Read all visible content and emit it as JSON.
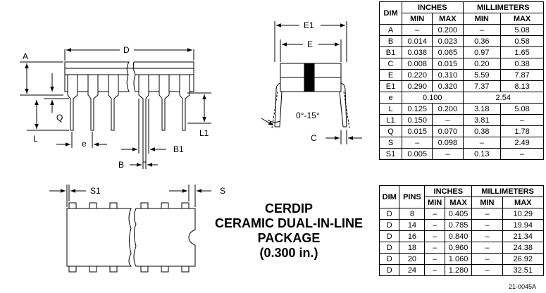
{
  "diagram": {
    "labels": {
      "A": "A",
      "D": "D",
      "L": "L",
      "Q": "Q",
      "e": "e",
      "B": "B",
      "B1": "B1",
      "L1": "L1",
      "E1": "E1",
      "E": "E",
      "angle": "0°-15°",
      "C": "C",
      "S1": "S1",
      "S": "S"
    },
    "title_lines": [
      "CERDIP",
      "CERAMIC DUAL-IN-LINE",
      "PACKAGE",
      "(0.300 in.)"
    ],
    "doc_number": "21-0045A"
  },
  "table1": {
    "dim_header": "DIM",
    "inches_header": "INCHES",
    "mm_header": "MILLIMETERS",
    "min": "MIN",
    "max": "MAX",
    "rows": [
      [
        "A",
        "–",
        "0.200",
        "–",
        "5.08"
      ],
      [
        "B",
        "0.014",
        "0.023",
        "0.36",
        "0.58"
      ],
      [
        "B1",
        "0.038",
        "0.065",
        "0.97",
        "1.65"
      ],
      [
        "C",
        "0.008",
        "0.015",
        "0.20",
        "0.38"
      ],
      [
        "E",
        "0.220",
        "0.310",
        "5.59",
        "7.87"
      ],
      [
        "E1",
        "0.290",
        "0.320",
        "7.37",
        "8.13"
      ],
      [
        "L",
        "0.125",
        "0.200",
        "3.18",
        "5.08"
      ],
      [
        "L1",
        "0.150",
        "–",
        "3.81",
        "–"
      ],
      [
        "Q",
        "0.015",
        "0.070",
        "0.38",
        "1.78"
      ],
      [
        "S",
        "–",
        "0.098",
        "–",
        "2.49"
      ],
      [
        "S1",
        "0.005",
        "–",
        "0.13",
        "–"
      ]
    ],
    "e_row": [
      "e",
      "0.100",
      "2.54"
    ]
  },
  "table2": {
    "dim_header": "DIM",
    "pins_header": "PINS",
    "inches_header": "INCHES",
    "mm_header": "MILLIMETERS",
    "min": "MIN",
    "max": "MAX",
    "rows": [
      [
        "D",
        "8",
        "–",
        "0.405",
        "–",
        "10.29"
      ],
      [
        "D",
        "14",
        "–",
        "0.785",
        "–",
        "19.94"
      ],
      [
        "D",
        "16",
        "–",
        "0.840",
        "–",
        "21.34"
      ],
      [
        "D",
        "18",
        "–",
        "0.960",
        "–",
        "24.38"
      ],
      [
        "D",
        "20",
        "–",
        "1.060",
        "–",
        "26.92"
      ],
      [
        "D",
        "24",
        "–",
        "1.280",
        "–",
        "32.51"
      ]
    ]
  }
}
